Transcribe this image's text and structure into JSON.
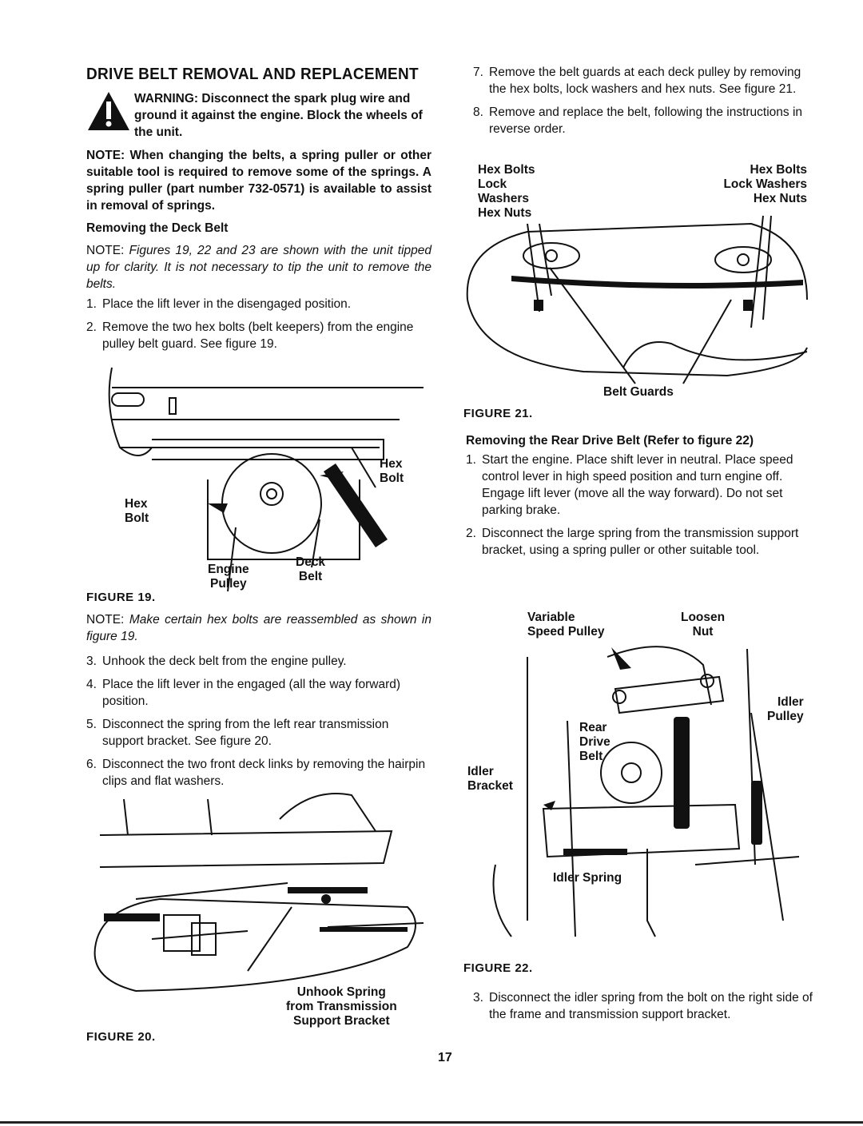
{
  "section_title": "DRIVE BELT REMOVAL AND REPLACEMENT",
  "warning": "WARNING: Disconnect the spark plug wire and ground it against the engine. Block the wheels of the unit.",
  "note_springs": "NOTE: When changing the belts, a spring puller or other suitable tool is required to remove some of the springs. A spring puller (part number 732-0571) is available to assist in removal of springs.",
  "removing_deck_belt": "Removing the Deck Belt",
  "note_tip_prefix": "NOTE:",
  "note_tip_body": "Figures 19, 22 and 23 are shown with the unit tipped up for clarity. It is not necessary to tip the unit to remove the belts.",
  "steps_a": [
    {
      "n": "1.",
      "text": "Place the lift lever in the disengaged position."
    },
    {
      "n": "2.",
      "text": "Remove the two hex bolts (belt keepers) from the engine pulley belt guard. See figure 19."
    }
  ],
  "fig19": {
    "caption": "FIGURE 19.",
    "hex_bolt_right": "Hex\nBolt",
    "hex_bolt_left": "Hex\nBolt",
    "engine_pulley": "Engine\nPulley",
    "deck_belt": "Deck\nBelt"
  },
  "note_hex_prefix": "NOTE:",
  "note_hex_body": "Make certain hex bolts are reassembled as shown in figure 19.",
  "steps_b": [
    {
      "n": "3.",
      "text": "Unhook the deck belt from the engine pulley."
    },
    {
      "n": "4.",
      "text": "Place the lift lever in the engaged (all the way forward) position."
    },
    {
      "n": "5.",
      "text": "Disconnect the spring from the left rear transmission support bracket. See figure 20."
    },
    {
      "n": "6.",
      "text": "Disconnect the two front deck links by removing the hairpin clips and flat washers."
    }
  ],
  "fig20": {
    "caption": "FIGURE 20.",
    "unhook_spring": "Unhook Spring\nfrom Transmission\nSupport Bracket"
  },
  "steps_c": [
    {
      "n": "7.",
      "text": "Remove the belt guards at each deck pulley by removing the hex bolts, lock washers and hex nuts. See figure 21."
    },
    {
      "n": "8.",
      "text": "Remove and replace the belt, following the instructions in reverse order."
    }
  ],
  "fig21": {
    "caption": "FIGURE 21.",
    "left_labels": "Hex Bolts\nLock\nWashers\nHex Nuts",
    "right_labels": "Hex Bolts\nLock Washers\nHex Nuts",
    "belt_guards": "Belt Guards"
  },
  "removing_rear_belt": "Removing the Rear Drive Belt (Refer to figure 22)",
  "steps_d": [
    {
      "n": "1.",
      "text": "Start the engine. Place shift lever in neutral. Place speed control lever in high speed position and turn engine off. Engage lift lever (move all the way forward). Do not set parking brake."
    },
    {
      "n": "2.",
      "text": "Disconnect the large spring from the transmission support bracket, using a spring puller or other suitable tool."
    }
  ],
  "fig22": {
    "caption": "FIGURE 22.",
    "variable_speed_pulley": "Variable\nSpeed Pulley",
    "loosen_nut": "Loosen\nNut",
    "idler_pulley": "Idler\nPulley",
    "rear_drive_belt": "Rear\nDrive\nBelt",
    "idler_bracket": "Idler\nBracket",
    "idler_spring": "Idler Spring"
  },
  "steps_e": [
    {
      "n": "3.",
      "text": "Disconnect the idler spring from the bolt on the right side of the frame and transmission support bracket."
    }
  ],
  "page_number": "17"
}
